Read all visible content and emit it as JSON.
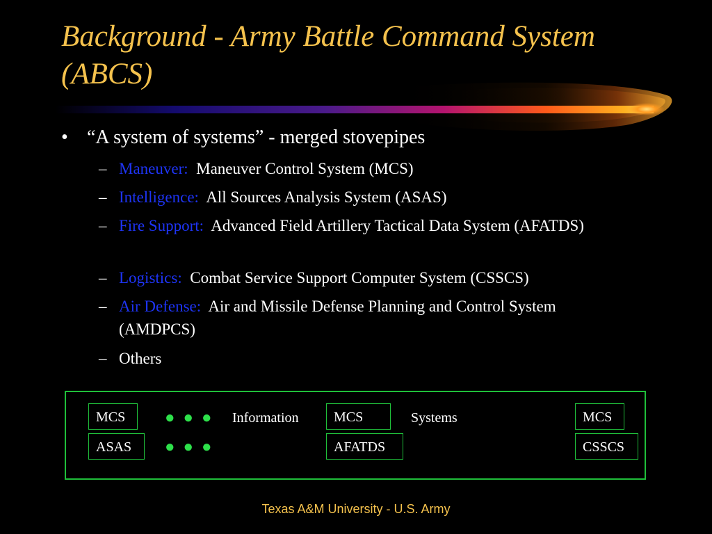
{
  "slide": {
    "title": "Background - Army Battle Command System (ABCS)",
    "main_bullet": {
      "marker": "•",
      "text": "“A system of systems” - merged stovepipes"
    },
    "sub_marker": "–",
    "sub_bullets": [
      {
        "category": "Maneuver:",
        "text": "Maneuver Control System (MCS)"
      },
      {
        "category": "Intelligence:",
        "text": "All Sources Analysis System (ASAS)"
      },
      {
        "category": "Fire Support:",
        "text": "Advanced Field Artillery Tactical Data System (AFATDS)"
      },
      {
        "category": "Logistics:",
        "text": "Combat Service Support Computer System (CSSCS)"
      },
      {
        "category": "Air Defense:",
        "text": "Air and Missile Defense Planning and Control System (AMDPCS)"
      },
      {
        "category": "",
        "text": "Others"
      }
    ],
    "diagram": {
      "row1": [
        "MCS",
        "MCS",
        "MCS"
      ],
      "row2": [
        "ASAS",
        "AFATDS",
        "CSSCS"
      ],
      "ellipsis": "● ● ●",
      "label_information": "Information",
      "label_systems": "Systems"
    },
    "footer": "Texas A&M University - U.S. Army"
  },
  "colors": {
    "title": "#f5c24d",
    "category": "#1e34f5",
    "diagram_border": "#1fbf3a",
    "dots": "#2de04a",
    "background": "#000000"
  }
}
